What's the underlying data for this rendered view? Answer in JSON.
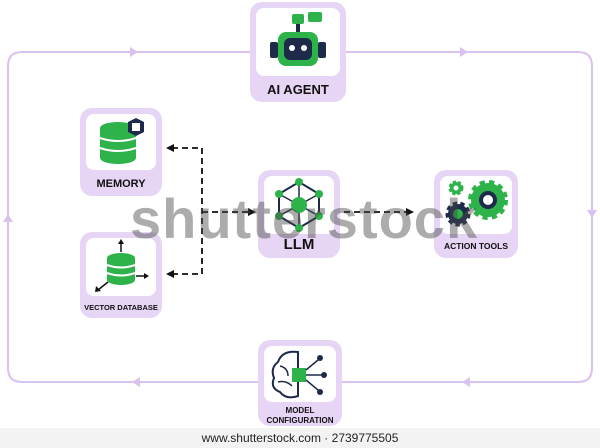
{
  "nodes": {
    "agent": {
      "label": "AI AGENT",
      "icon": "robot-icon"
    },
    "memory": {
      "label": "MEMORY",
      "icon": "database-chip-icon"
    },
    "vector": {
      "label": "VECTOR DATABASE",
      "icon": "vector-database-icon"
    },
    "llm": {
      "label": "LLM",
      "icon": "neural-network-icon"
    },
    "tools": {
      "label": "ACTION TOOLS",
      "icon": "gears-icon"
    },
    "model": {
      "label": "MODEL\nCONFIGURATION",
      "icon": "brain-chip-icon"
    }
  },
  "watermark": "shutterstock",
  "footer": "www.shutterstock.com · 2739775505",
  "colors": {
    "loop": "#d9c2f0",
    "card": "#e6d5f5",
    "green": "#2db34a",
    "dark": "#1e2a4a",
    "connector": "#111111"
  }
}
